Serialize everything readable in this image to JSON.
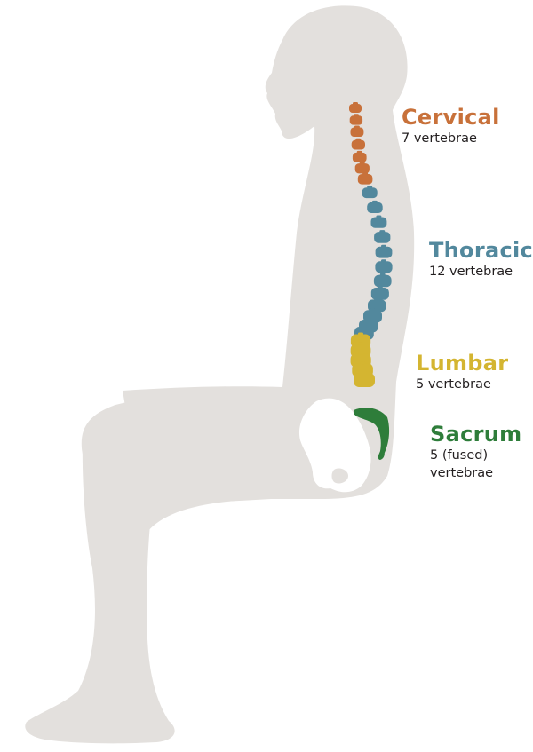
{
  "colors": {
    "background": "#ffffff",
    "body": "#e3e0dd",
    "pelvis": "#ffffff",
    "cervical": "#c8713a",
    "thoracic": "#52889d",
    "lumbar": "#d4b531",
    "sacrum": "#2e7d3a",
    "text": "#231f20"
  },
  "regions": [
    {
      "key": "cervical",
      "name": "Cervical",
      "count_lines": [
        "7 vertebrae"
      ],
      "vertebrae": 7
    },
    {
      "key": "thoracic",
      "name": "Thoracic",
      "count_lines": [
        "12 vertebrae"
      ],
      "vertebrae": 12
    },
    {
      "key": "lumbar",
      "name": "Lumbar",
      "count_lines": [
        "5 vertebrae"
      ],
      "vertebrae": 5
    },
    {
      "key": "sacrum",
      "name": "Sacrum",
      "count_lines": [
        "5 (fused)",
        "vertebrae"
      ],
      "vertebrae": 5
    }
  ]
}
